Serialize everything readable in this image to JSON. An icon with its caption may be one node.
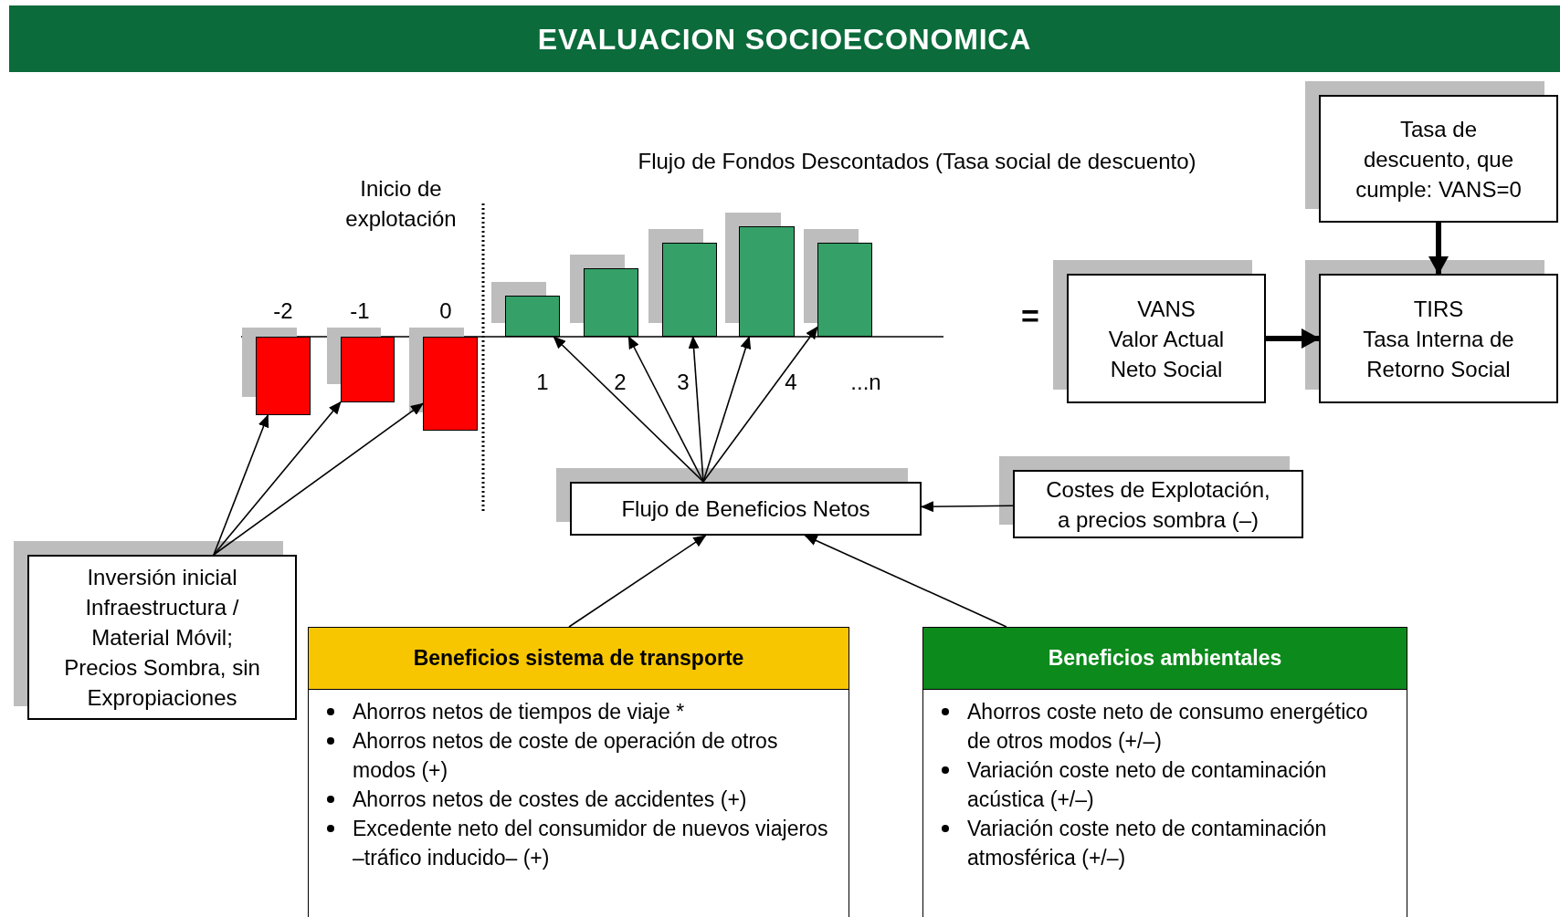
{
  "diagram": {
    "title": "EVALUACION SOCIOECONOMICA",
    "nodes": [
      {
        "text": [
          "Tasa de descuento, que cumple: VANS=0"
        ]
      },
      {
        "text": [],
        "shape": "bar"
      },
      {
        "text": [],
        "shape": "bar"
      },
      {
        "text": [],
        "shape": "bar"
      },
      {
        "text": [],
        "shape": "bar"
      },
      {
        "text": [],
        "shape": "bar"
      },
      {
        "text": [],
        "shape": "bar"
      },
      {
        "text": [],
        "shape": "bar"
      },
      {
        "text": [],
        "shape": "bar"
      },
      {
        "text": [
          "VANS",
          "Valor Actual Neto Social"
        ]
      },
      {
        "text": [
          "TIRS",
          "Tasa Interna de Retorno Social"
        ]
      },
      {
        "text": [
          "Flujo de Beneficios Netos"
        ]
      },
      {
        "text": [
          "Costes de Explotación, a precios sombra (–)"
        ]
      },
      {
        "text": [
          "Inversión inicial Infraestructura / Material Móvil; Precios Sombra, sin Expropiaciones"
        ]
      },
      {
        "text": [
          "Beneficios sistema de transporte",
          "Ahorros netos de tiempos de viaje *",
          "Ahorros netos de coste de operación de otros modos (+)",
          "Ahorros netos de costes de accidentes (+)",
          "Excedente neto del consumidor de nuevos viajeros –tráfico inducido– (+)"
        ]
      },
      {
        "text": [
          "Beneficios ambientales",
          "Ahorros coste neto de consumo energético de otros modos (+/–)",
          "Variación coste neto de contaminación acústica (+/–)",
          "Variación coste neto de contaminación atmosférica (+/–)"
        ]
      }
    ],
    "edges": [
      {
        "from": 13,
        "to": 1,
        "arrow": "to"
      },
      {
        "from": 13,
        "to": 2,
        "arrow": "to"
      },
      {
        "from": 13,
        "to": 3,
        "arrow": "to"
      },
      {
        "from": 11,
        "to": 4,
        "arrow": "to"
      },
      {
        "from": 11,
        "to": 5,
        "arrow": "to"
      },
      {
        "from": 11,
        "to": 6,
        "arrow": "to"
      },
      {
        "from": 11,
        "to": 7,
        "arrow": "to"
      },
      {
        "from": 11,
        "to": 8,
        "arrow": "to"
      },
      {
        "from": 12,
        "to": 11,
        "arrow": "to"
      },
      {
        "from": 14,
        "to": 11,
        "arrow": "to"
      },
      {
        "from": 15,
        "to": 11,
        "arrow": "to"
      },
      {
        "from": 9,
        "to": 10,
        "arrow": "to",
        "style": "thick"
      },
      {
        "from": 0,
        "to": 10,
        "arrow": "to",
        "style": "thick"
      }
    ],
    "labels": [
      "Flujo de Fondos Descontados (Tasa social de descuento)",
      "Inicio de explotación",
      "-2",
      "-1",
      "0",
      "1",
      "2",
      "3",
      "4",
      "...n",
      "="
    ]
  }
}
